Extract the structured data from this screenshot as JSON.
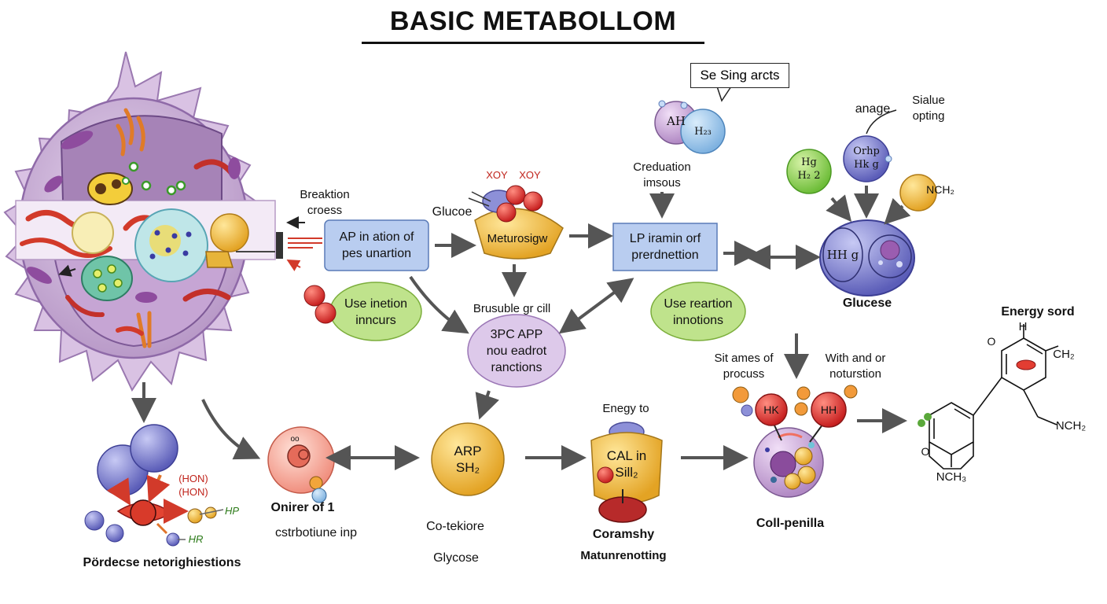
{
  "title": "BASIC METABOLLOM",
  "callout": "Se Sing arcts",
  "boxes": {
    "ap_box": "AP in ation of\npes unartion",
    "lp_box": "LP iramin orf\nprerdnettion",
    "use_inetion": "Use inetion\ninncurs",
    "use_reartion": "Use reartion\ninnotions",
    "pc_app": "3PC APP\nnou eadrot\nranctions",
    "metur": "Meturosigw",
    "arp": "ARP\nSH₂",
    "cal": "CAL in\nSill₂"
  },
  "labels": {
    "breaktion": "Breaktion\ncroess",
    "glucoe": "Glucoe",
    "xoy_left": "XOY",
    "xoy_right": "XOY",
    "creduation": "Creduation\nimsous",
    "anage": "anage",
    "sialue": "Sialue\nopting",
    "brusuble": "Brusuble gr cill",
    "glucese": "Glucese",
    "energy_sord": "Energy sord",
    "sit_ames": "Sit ames of\nprocuss",
    "with_and": "With and or\nnoturstion",
    "enegy_to": "Enegy to",
    "onirer": "Onirer of 1",
    "cstrbotiune": "cstrbotiune inp",
    "cotekiore": "Co-tekiore",
    "glycose": "Glycose",
    "coramshy": "Coramshy",
    "maturen": "Matunrenotting",
    "coll_penilla": "Coll-penilla",
    "pordecse": "Pördecse netorighiestions",
    "hon1": "(HON)",
    "hon2": "(HON)",
    "hp_tag": "HP",
    "hr_tag": "HR"
  },
  "spheres": {
    "ah": "AH",
    "h23": "H₂₃",
    "hg_green": "Hg\nH₂ 2",
    "orhp": "Orhp\nHk g",
    "nch2_ball": "NCH₂",
    "hhg": "HH g",
    "hk": "HK",
    "hh": "HH",
    "small_o": "oo"
  },
  "molecule": {
    "h_top": "H",
    "o_top": "O",
    "ch2": "CH₂",
    "nch2": "NCH₂",
    "nch3": "NCH₃",
    "o_ring": "O"
  },
  "colors": {
    "blue_box": "#b9cdf0",
    "blue_box_border": "#5a7bb8",
    "green_oval": "#bfe38c",
    "purple_oval": "#ddc9ea",
    "arrow": "#555555",
    "red_ball": "#d8282a",
    "gold": "#f0b83a"
  }
}
